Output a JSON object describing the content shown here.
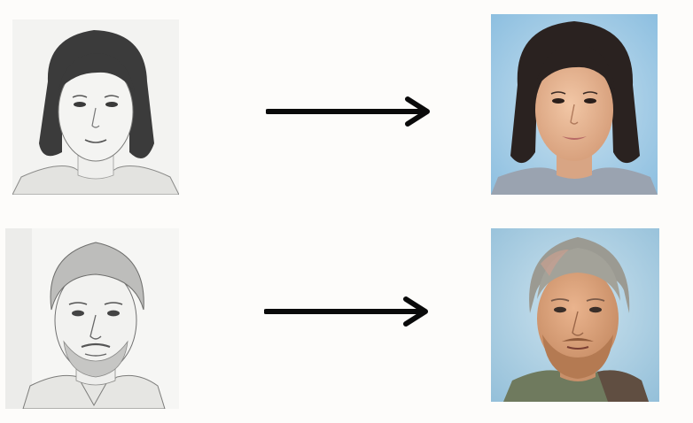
{
  "rows": [
    {
      "sketch": {
        "subject": "sketch-woman-dark-hair"
      },
      "arrow": {
        "icon": "right-arrow-icon"
      },
      "photo": {
        "subject": "generated-photo-woman-dark-hair"
      }
    },
    {
      "sketch": {
        "subject": "sketch-man-grey-hair-beard"
      },
      "arrow": {
        "icon": "right-arrow-icon"
      },
      "photo": {
        "subject": "generated-photo-man-grey-hair-beard"
      }
    }
  ],
  "colors": {
    "background": "#fdfcfa",
    "arrow": "#0a0a0a",
    "sketch_paper": "#f4f4f2",
    "photo_background": "#a9cfe6",
    "skin": "#e7b896",
    "dark_hair": "#2a2220",
    "grey_hair": "#9b9a92",
    "beard": "#b47a52"
  }
}
